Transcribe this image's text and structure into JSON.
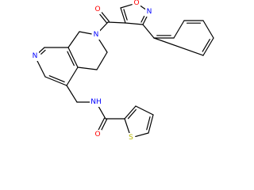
{
  "colors": {
    "bond": "#000000",
    "N": "#0000ff",
    "O": "#ff0000",
    "S": "#b8b800",
    "C": "#000000",
    "background": "#ffffff"
  },
  "atoms": [
    {
      "id": "n_pyr",
      "el": "N",
      "label": "N"
    },
    {
      "id": "c_pyr1",
      "el": "C"
    },
    {
      "id": "c_pyr2",
      "el": "C"
    },
    {
      "id": "c_pyr3",
      "el": "C"
    },
    {
      "id": "c_pyr4",
      "el": "C"
    },
    {
      "id": "c_pyr5",
      "el": "C"
    },
    {
      "id": "c_ch2a",
      "el": "C"
    },
    {
      "id": "n_ring",
      "el": "N",
      "label": "N"
    },
    {
      "id": "c_ch2b",
      "el": "C"
    },
    {
      "id": "c_ch2c",
      "el": "C"
    },
    {
      "id": "c_co1",
      "el": "C"
    },
    {
      "id": "o_co1",
      "el": "O",
      "label": "O"
    },
    {
      "id": "c_iso4",
      "el": "C"
    },
    {
      "id": "c_iso5",
      "el": "C"
    },
    {
      "id": "o_iso",
      "el": "O",
      "label": "O"
    },
    {
      "id": "n_iso",
      "el": "N",
      "label": "N"
    },
    {
      "id": "c_iso3",
      "el": "C"
    },
    {
      "id": "c_ph1",
      "el": "C"
    },
    {
      "id": "c_ph2",
      "el": "C"
    },
    {
      "id": "c_ph3",
      "el": "C"
    },
    {
      "id": "c_ph4",
      "el": "C"
    },
    {
      "id": "c_ph5",
      "el": "C"
    },
    {
      "id": "c_ph6",
      "el": "C"
    },
    {
      "id": "c_ch2d",
      "el": "C"
    },
    {
      "id": "n_amide",
      "el": "N",
      "label": "NH"
    },
    {
      "id": "c_co2",
      "el": "C"
    },
    {
      "id": "o_co2",
      "el": "O",
      "label": "O"
    },
    {
      "id": "c_th2",
      "el": "C"
    },
    {
      "id": "s_th",
      "el": "S",
      "label": "S"
    },
    {
      "id": "c_th5",
      "el": "C"
    },
    {
      "id": "c_th4",
      "el": "C"
    },
    {
      "id": "c_th3",
      "el": "C"
    }
  ],
  "bonds": [
    {
      "a": "n_pyr",
      "b": "c_pyr1",
      "order": 2
    },
    {
      "a": "c_pyr1",
      "b": "c_pyr2",
      "order": 1
    },
    {
      "a": "c_pyr2",
      "b": "c_pyr3",
      "order": 2
    },
    {
      "a": "c_pyr3",
      "b": "c_pyr4",
      "order": 1
    },
    {
      "a": "c_pyr4",
      "b": "c_pyr5",
      "order": 2
    },
    {
      "a": "c_pyr5",
      "b": "n_pyr",
      "order": 1
    },
    {
      "a": "c_pyr2",
      "b": "c_ch2a",
      "order": 1
    },
    {
      "a": "c_ch2a",
      "b": "n_ring",
      "order": 1
    },
    {
      "a": "n_ring",
      "b": "c_ch2b",
      "order": 1
    },
    {
      "a": "c_ch2b",
      "b": "c_ch2c",
      "order": 1
    },
    {
      "a": "c_ch2c",
      "b": "c_pyr3",
      "order": 1
    },
    {
      "a": "n_ring",
      "b": "c_co1",
      "order": 1
    },
    {
      "a": "c_co1",
      "b": "o_co1",
      "order": 2
    },
    {
      "a": "c_co1",
      "b": "c_iso4",
      "order": 1
    },
    {
      "a": "c_iso4",
      "b": "c_iso5",
      "order": 2
    },
    {
      "a": "c_iso5",
      "b": "o_iso",
      "order": 1
    },
    {
      "a": "o_iso",
      "b": "n_iso",
      "order": 1
    },
    {
      "a": "n_iso",
      "b": "c_iso3",
      "order": 2
    },
    {
      "a": "c_iso3",
      "b": "c_iso4",
      "order": 1
    },
    {
      "a": "c_iso3",
      "b": "c_ph1",
      "order": 1
    },
    {
      "a": "c_ph1",
      "b": "c_ph2",
      "order": 2
    },
    {
      "a": "c_ph2",
      "b": "c_ph3",
      "order": 1
    },
    {
      "a": "c_ph3",
      "b": "c_ph4",
      "order": 2
    },
    {
      "a": "c_ph4",
      "b": "c_ph5",
      "order": 1
    },
    {
      "a": "c_ph5",
      "b": "c_ph6",
      "order": 2
    },
    {
      "a": "c_ph6",
      "b": "c_ph1",
      "order": 1
    },
    {
      "a": "c_pyr4",
      "b": "c_ch2d",
      "order": 1
    },
    {
      "a": "c_ch2d",
      "b": "n_amide",
      "order": 1
    },
    {
      "a": "n_amide",
      "b": "c_co2",
      "order": 1
    },
    {
      "a": "c_co2",
      "b": "o_co2",
      "order": 2
    },
    {
      "a": "c_co2",
      "b": "c_th2",
      "order": 1
    },
    {
      "a": "c_th2",
      "b": "s_th",
      "order": 1
    },
    {
      "a": "s_th",
      "b": "c_th5",
      "order": 1
    },
    {
      "a": "c_th5",
      "b": "c_th4",
      "order": 2
    },
    {
      "a": "c_th4",
      "b": "c_th3",
      "order": 1
    },
    {
      "a": "c_th3",
      "b": "c_th2",
      "order": 2
    }
  ]
}
